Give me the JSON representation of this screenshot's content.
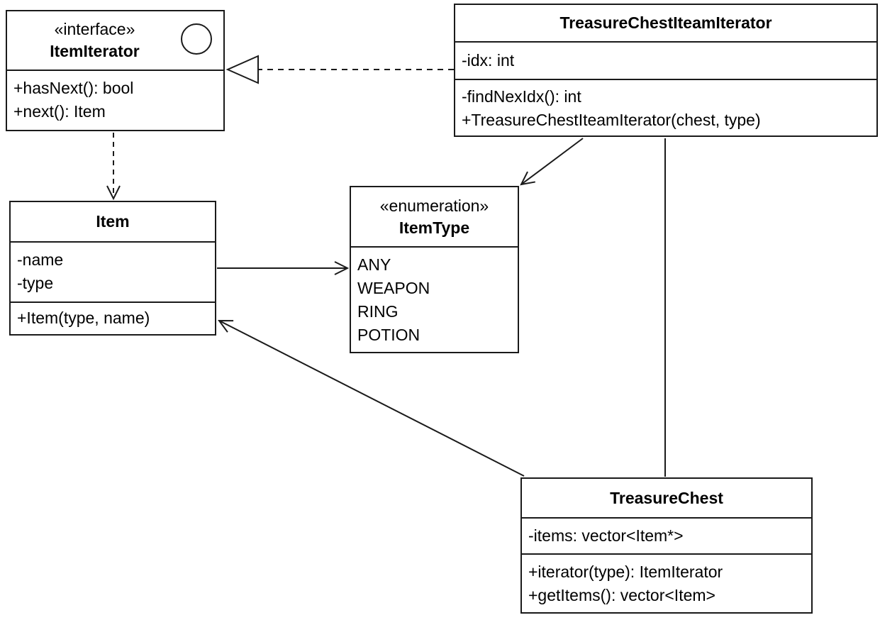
{
  "diagram": {
    "type": "uml-class-diagram",
    "colors": {
      "stroke": "#1a1a1a",
      "fill": "#ffffff",
      "text": "#000000"
    },
    "classes": {
      "item_iterator": {
        "stereotype": "«interface»",
        "name": "ItemIterator",
        "attributes": [],
        "methods": [
          "+hasNext(): bool",
          "+next(): Item"
        ],
        "icon": "interface-circle"
      },
      "treasure_chest_iteam_iterator": {
        "name": "TreasureChestIteamIterator",
        "attributes": [
          "-idx: int"
        ],
        "methods": [
          "-findNexIdx(): int",
          "+TreasureChestIteamIterator(chest, type)"
        ]
      },
      "item": {
        "name": "Item",
        "attributes": [
          "-name",
          "-type"
        ],
        "methods": [
          "+Item(type, name)"
        ]
      },
      "item_type": {
        "stereotype": "«enumeration»",
        "name": "ItemType",
        "values": [
          "ANY",
          "WEAPON",
          "RING",
          "POTION"
        ]
      },
      "treasure_chest": {
        "name": "TreasureChest",
        "attributes": [
          "-items: vector<Item*>"
        ],
        "methods": [
          "+iterator(type): ItemIterator",
          "+getItems(): vector<Item>"
        ]
      }
    },
    "relationships": [
      {
        "from": "TreasureChestIteamIterator",
        "to": "ItemIterator",
        "type": "realization",
        "line": "dashed",
        "arrow": "hollow-triangle"
      },
      {
        "from": "ItemIterator",
        "to": "Item",
        "type": "dependency",
        "line": "dashed",
        "arrow": "open"
      },
      {
        "from": "Item",
        "to": "ItemType",
        "type": "association",
        "line": "solid",
        "arrow": "open"
      },
      {
        "from": "TreasureChestIteamIterator",
        "to": "ItemType",
        "type": "association",
        "line": "solid",
        "arrow": "open"
      },
      {
        "from": "TreasureChestIteamIterator",
        "to": "TreasureChest",
        "type": "association",
        "line": "solid",
        "arrow": "none"
      },
      {
        "from": "TreasureChest",
        "to": "Item",
        "type": "association",
        "line": "solid",
        "arrow": "open"
      }
    ]
  }
}
